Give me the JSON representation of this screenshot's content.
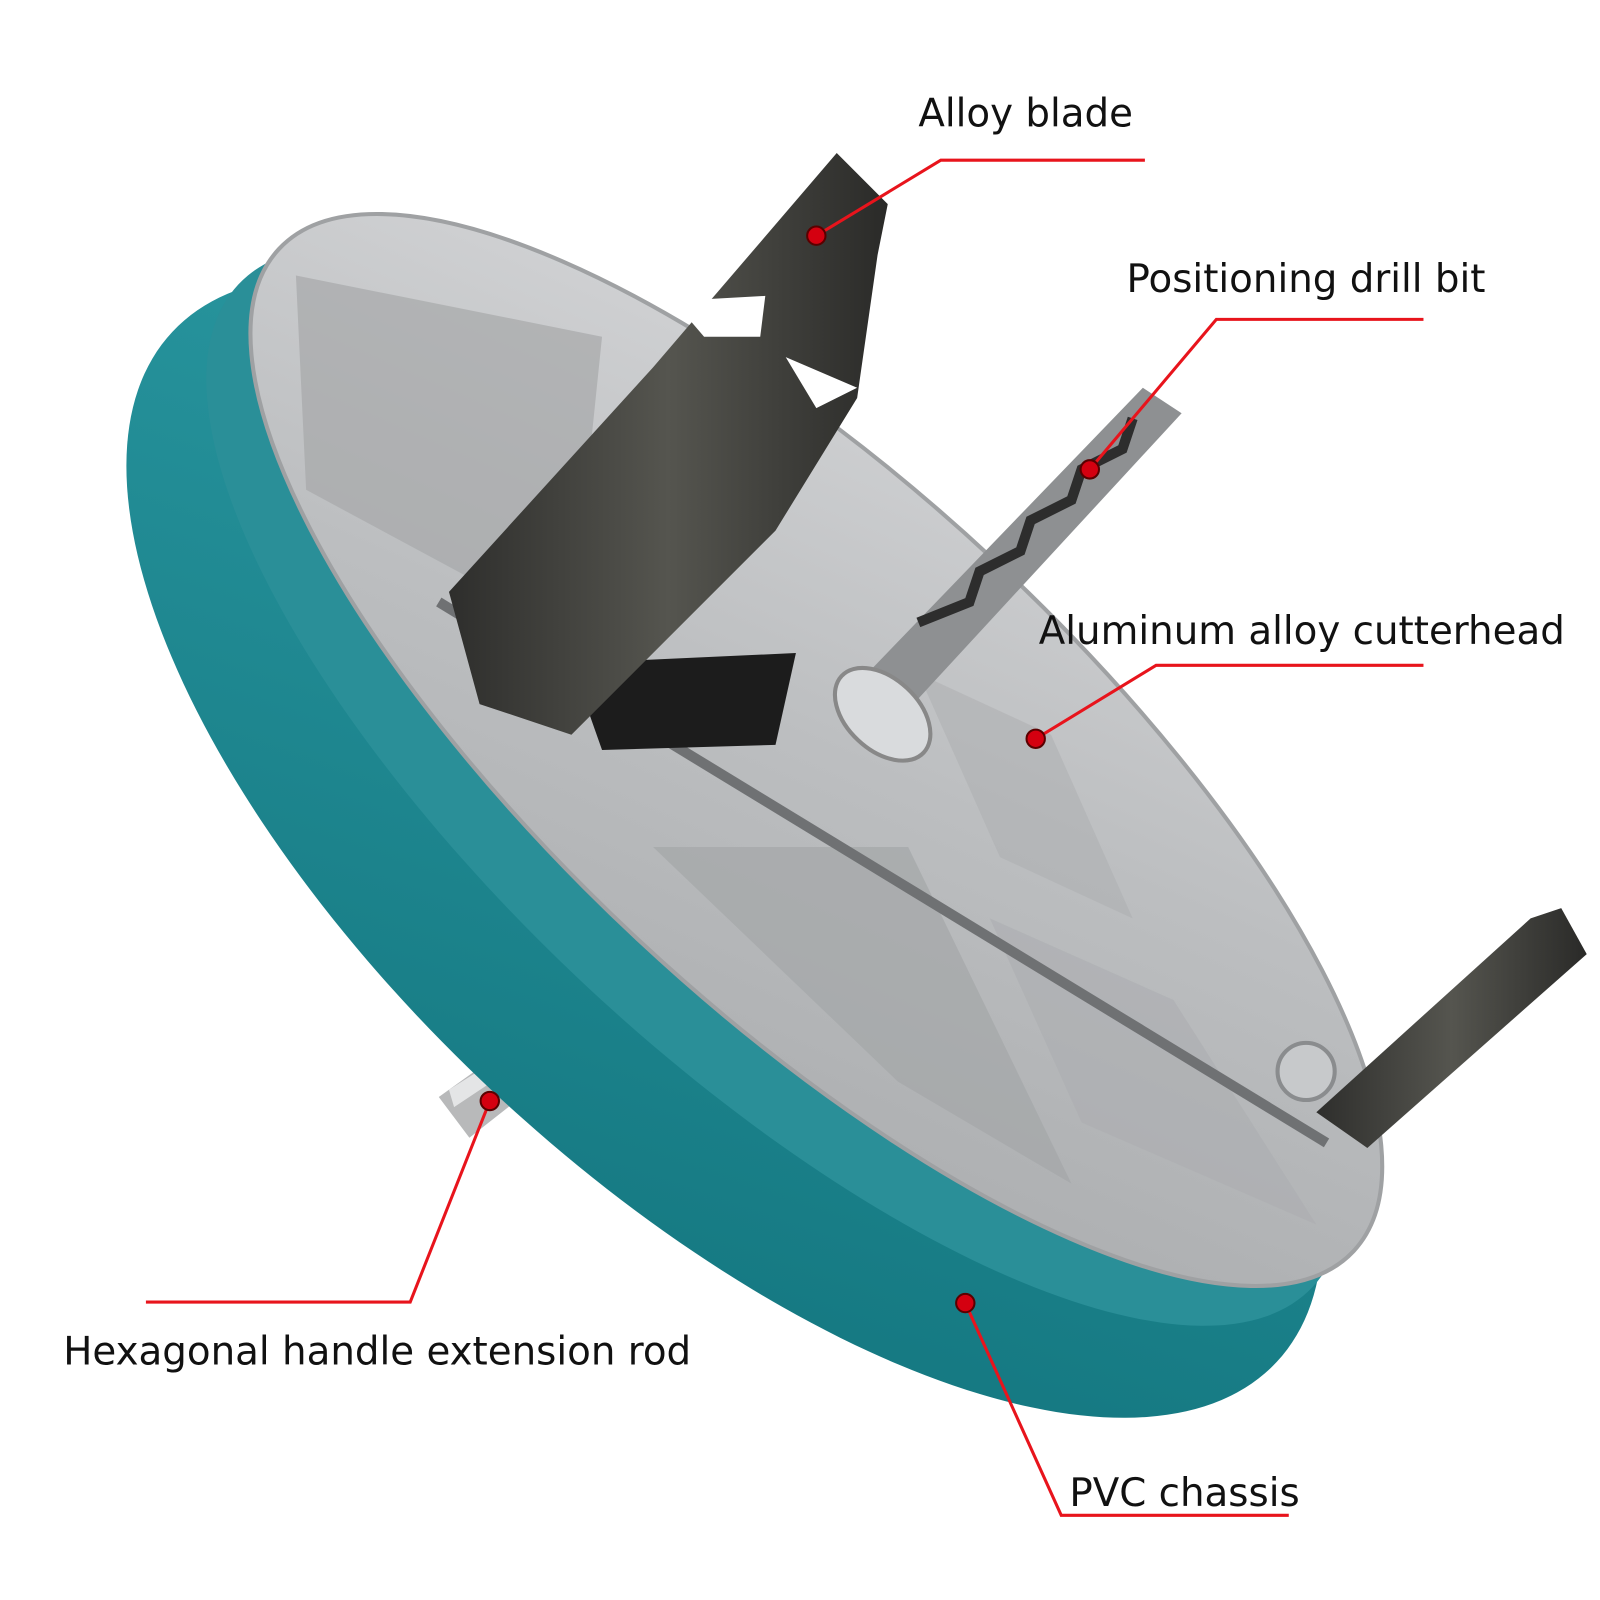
{
  "colors": {
    "leader_line": "#e8141c",
    "dot": "#d40010",
    "chassis": "#1d8a93",
    "cutterhead": "#c9cbcd",
    "blade": "#3c3c3a"
  },
  "labels": {
    "alloy_blade": "Alloy blade",
    "positioning_drill_bit": "Positioning drill bit",
    "aluminum_alloy_cutterhead": "Aluminum alloy cutterhead",
    "hexagonal_handle_extension_rod": "Hexagonal handle extension rod",
    "pvc_chassis": "PVC chassis"
  }
}
